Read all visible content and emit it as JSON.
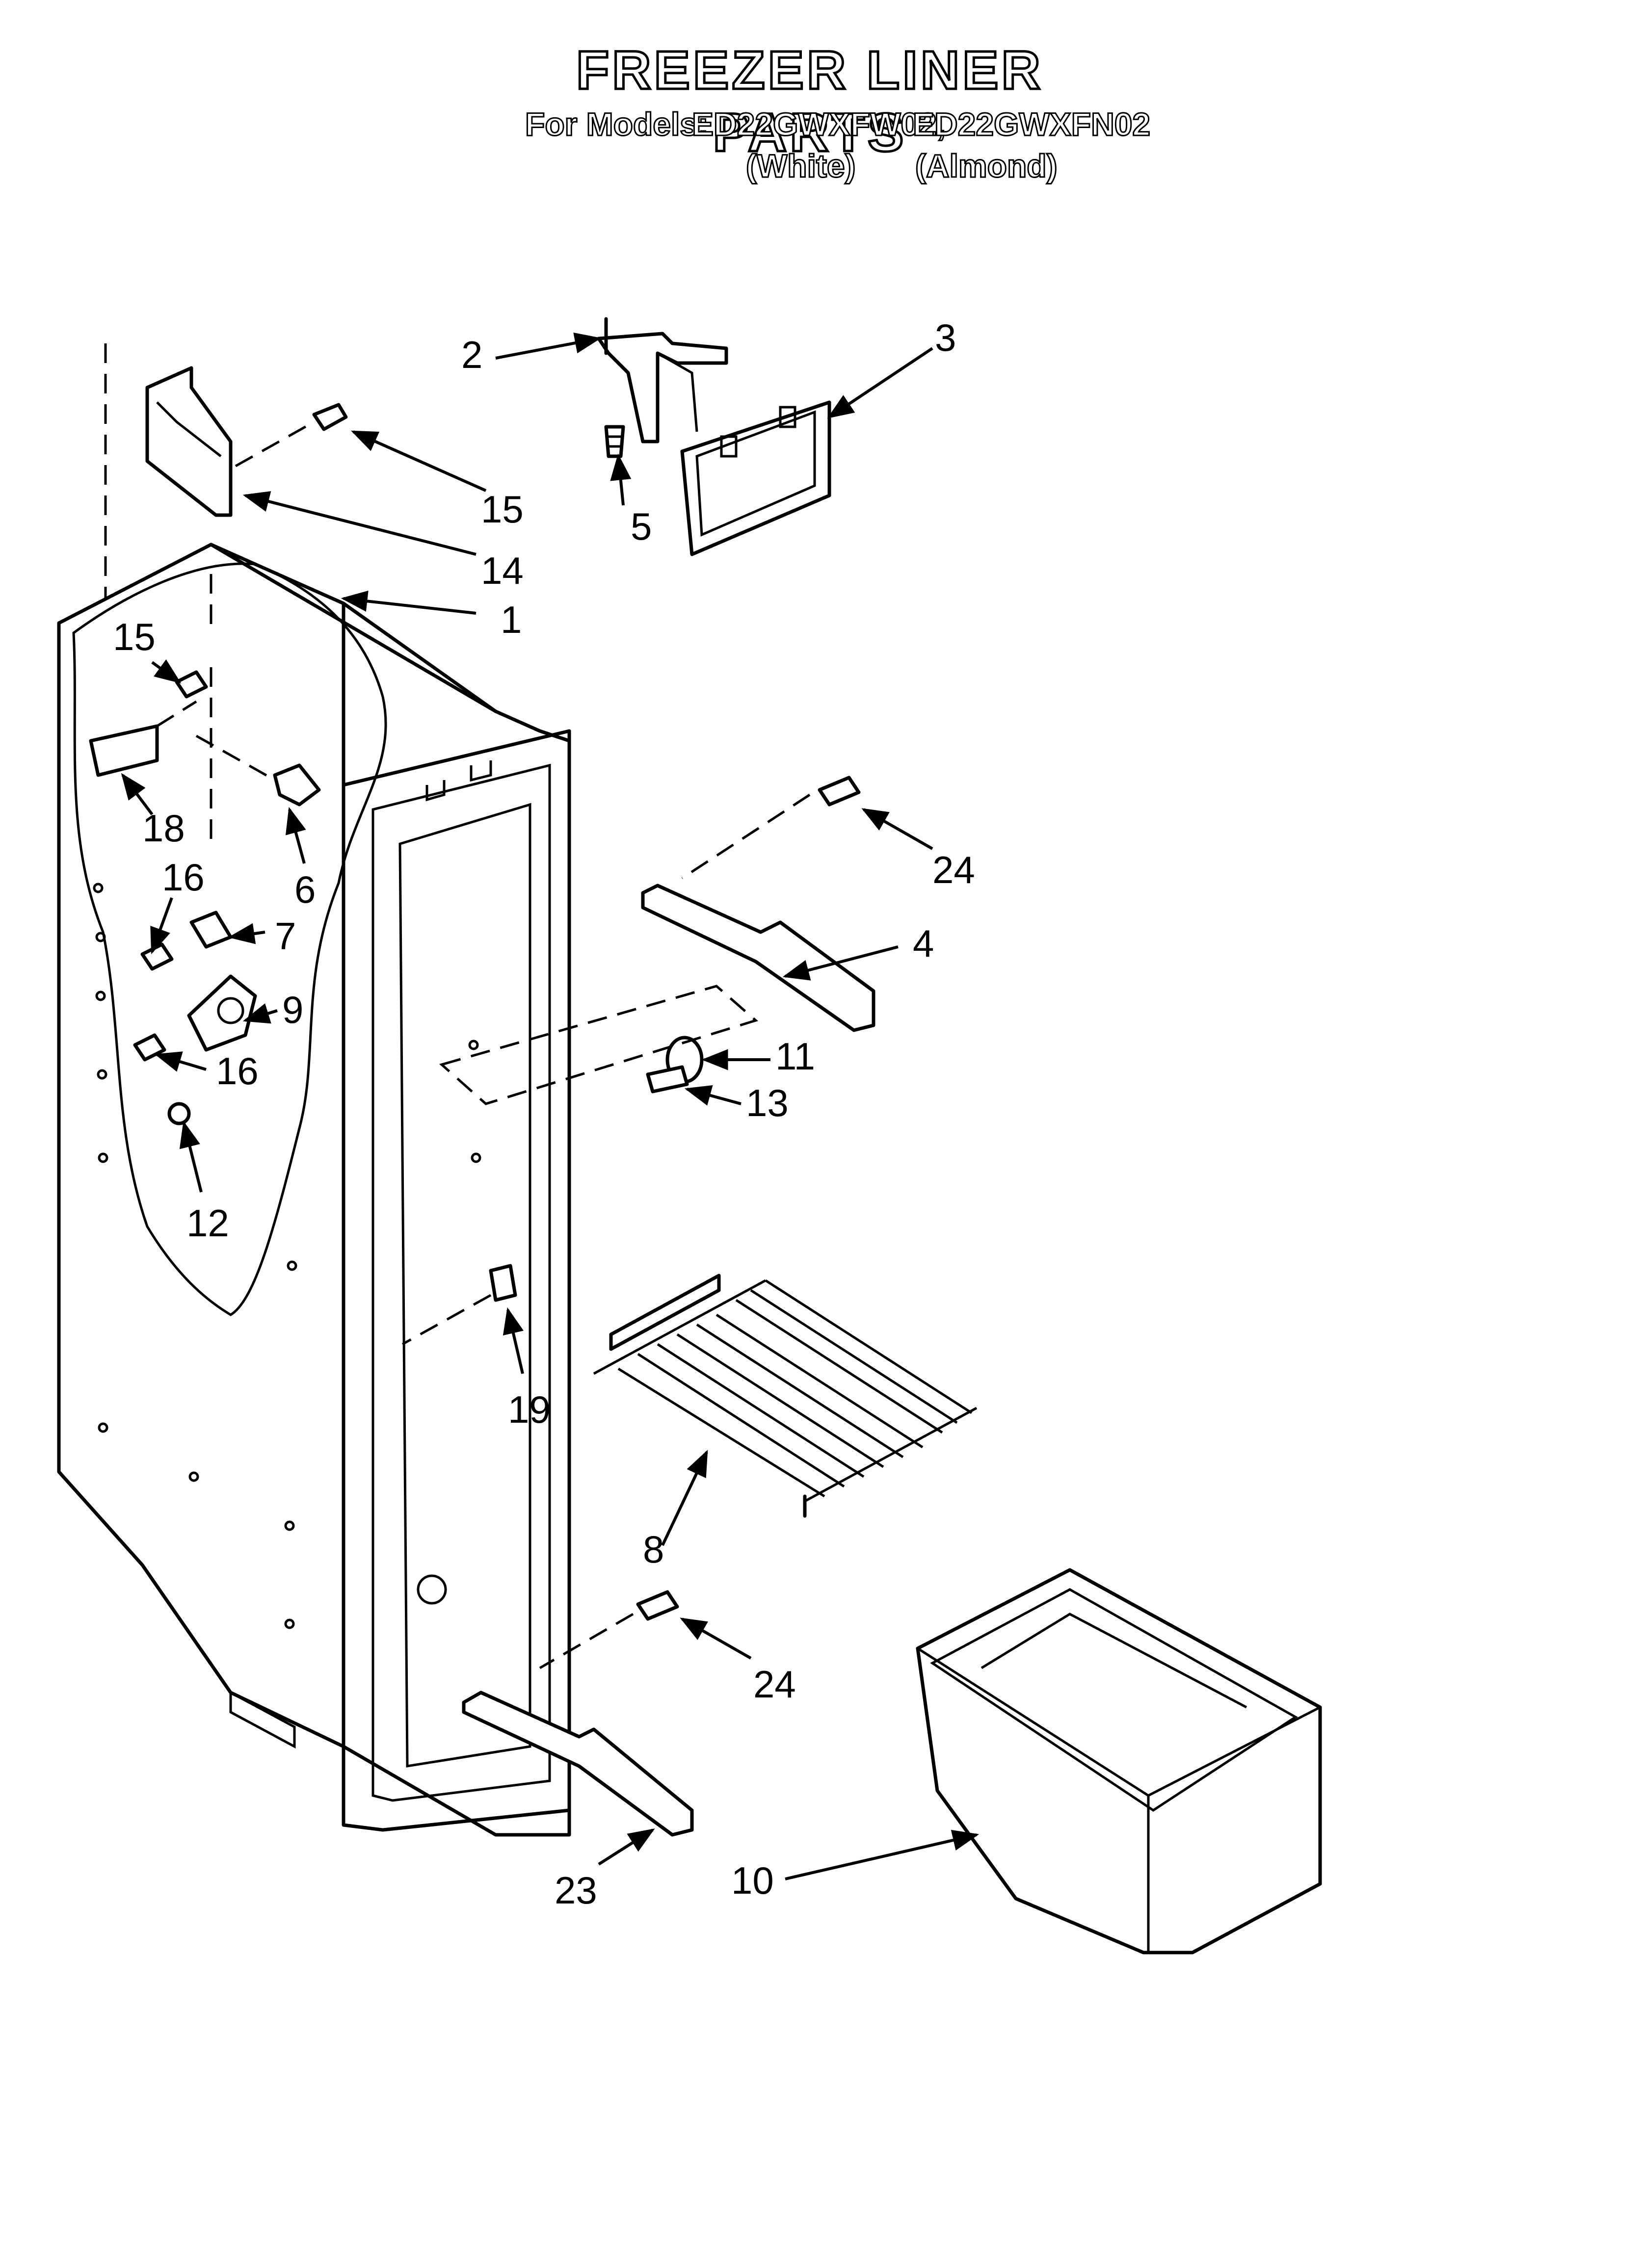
{
  "header": {
    "title": "FREEZER LINER PARTS",
    "models_label": "For Models:",
    "model_1": "ED22GWXFW02,",
    "model_2": "ED22GWXFN02",
    "color_1": "(White)",
    "color_2": "(Almond)"
  },
  "callouts": {
    "c1": "1",
    "c2": "2",
    "c3": "3",
    "c4": "4",
    "c5": "5",
    "c6": "6",
    "c7": "7",
    "c8": "8",
    "c9": "9",
    "c10": "10",
    "c11": "11",
    "c12": "12",
    "c13": "13",
    "c14": "14",
    "c15a": "15",
    "c15b": "15",
    "c16a": "16",
    "c16b": "16",
    "c18": "18",
    "c19": "19",
    "c23": "23",
    "c24a": "24",
    "c24b": "24"
  },
  "colors": {
    "ink": "#000000",
    "paper": "#ffffff"
  }
}
